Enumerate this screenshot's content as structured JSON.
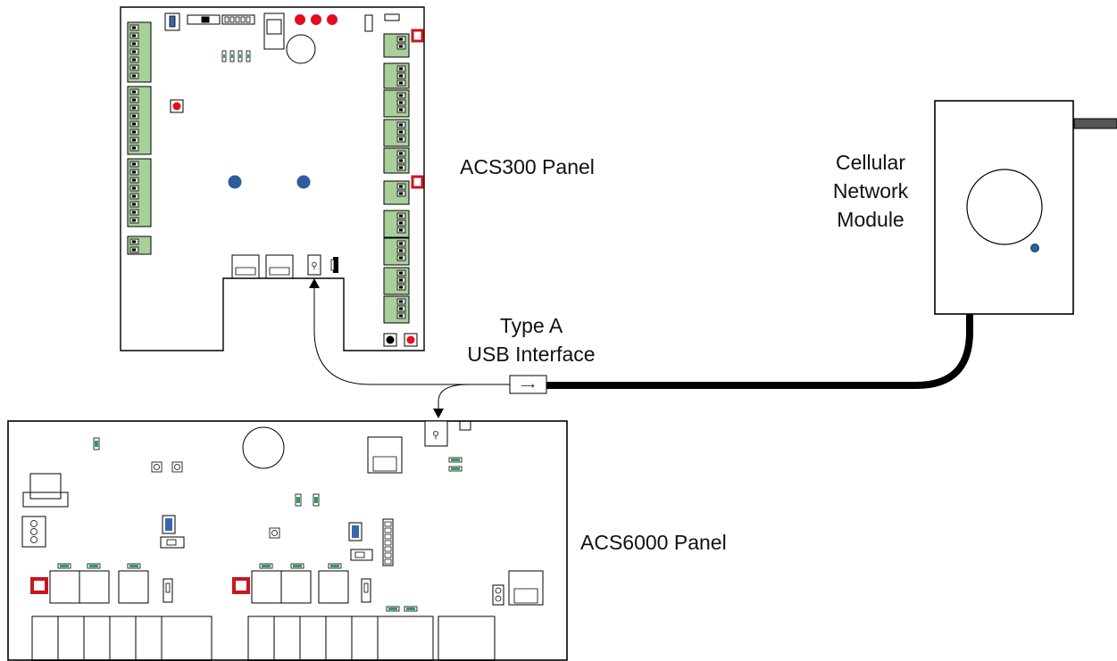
{
  "labels": {
    "acs300": "ACS300 Panel",
    "acs6000": "ACS6000 Panel",
    "cellular_line1": "Cellular",
    "cellular_line2": "Network",
    "cellular_line3": "Module",
    "usb_line1": "Type A",
    "usb_line2": "USB Interface"
  },
  "colors": {
    "board_outline": "#000000",
    "terminal_green": "#a9cf9a",
    "led_red": "#e0101e",
    "jumper_red": "#c8161e",
    "button_blue": "#2e5c9e",
    "connector_blue": "#3a66ad",
    "led_green": "#2e9e5b",
    "cable": "#000000",
    "antenna_gray": "#555555"
  },
  "icons": [
    "usb-icon",
    "usb-icon",
    "usb-plug-icon"
  ]
}
